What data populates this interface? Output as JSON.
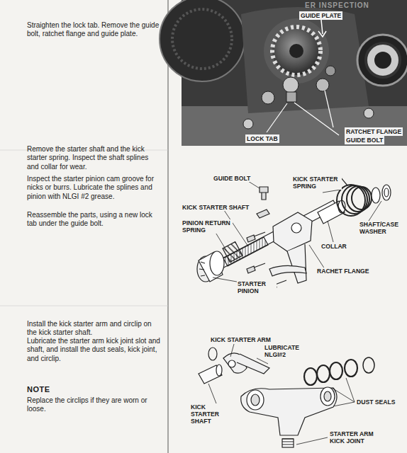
{
  "diagram": {
    "labels": [
      "Straighten the lock tab. Remove the guide bolt, ratchet flange and guide plate.",
      "Remove the starter shaft and the kick starter spring. Inspect the shaft splines and collar for wear.",
      "Inspect the starter pinion cam groove for nicks or burrs. Lubricate the splines and pinion with NLGI #2 grease.",
      "Reassemble the parts, using a new lock tab under the guide bolt.",
      "Install the kick starter arm and circlip on the kick starter shaft.",
      "Lubricate the starter arm kick joint slot and shaft, and install the dust seals, kick joint, and circlip.",
      "NOTE",
      "Replace the circlips if they are worn or loose.",
      "ER INSPECTION",
      "GUIDE PLATE",
      "RATCHET FLANGE",
      "LOCK TAB",
      "GUIDE BOLT",
      "GUIDE BOLT",
      "KICK STARTER SPRING",
      "KICK STARTER SHAFT",
      "PINION RETURN SPRING",
      "SHAFT/CASE WASHER",
      "COLLAR",
      "RACHET FLANGE",
      "STARTER PINION",
      "KICK STARTER ARM",
      "LUBRICATE NLGI#2",
      "DUST SEALS",
      "KICK STARTER SHAFT",
      "STARTER ARM KICK JOINT"
    ]
  }
}
